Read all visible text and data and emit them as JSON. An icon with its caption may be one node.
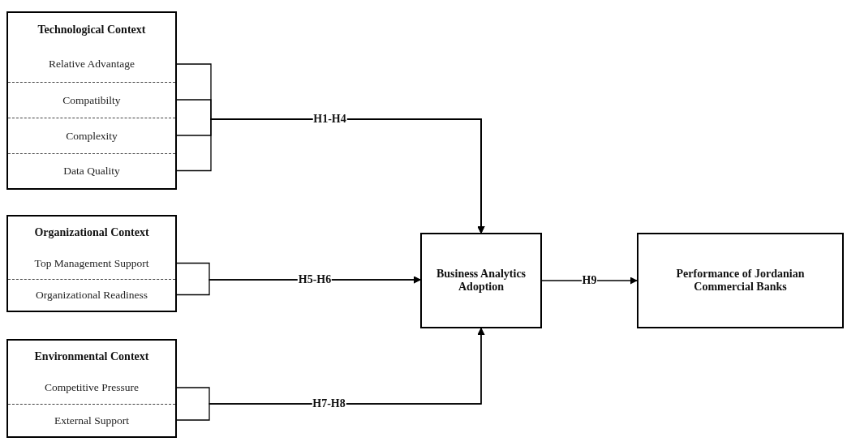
{
  "diagram": {
    "nodes": [
      {
        "text": [
          "Technological Context"
        ]
      },
      {
        "text": [
          "Relative Advantage"
        ],
        "in": 0
      },
      {
        "text": [
          "Compatibilty"
        ],
        "in": 0
      },
      {
        "text": [
          "Complexity"
        ],
        "in": 0
      },
      {
        "text": [
          "Data Quality"
        ],
        "in": 0
      },
      {
        "text": [
          "Organizational Context"
        ]
      },
      {
        "text": [
          "Top Management Support"
        ],
        "in": 5
      },
      {
        "text": [
          "Organizational Readiness"
        ],
        "in": 5
      },
      {
        "text": [
          "Environmental Context"
        ]
      },
      {
        "text": [
          "Competitive Pressure"
        ],
        "in": 8
      },
      {
        "text": [
          "External Support"
        ],
        "in": 8
      },
      {
        "text": [
          "Business Analytics Adoption"
        ]
      },
      {
        "text": [
          "Performance of Jordanian Commercial Banks"
        ]
      }
    ],
    "edges": [
      {
        "from": 1,
        "to": 11,
        "arrow": "to"
      },
      {
        "from": 2,
        "to": 11,
        "arrow": "to",
        "label": "H1-H4"
      },
      {
        "from": 3,
        "to": 11,
        "arrow": "to"
      },
      {
        "from": 4,
        "to": 11,
        "arrow": "to"
      },
      {
        "from": 6,
        "to": 11,
        "arrow": "to"
      },
      {
        "from": 7,
        "to": 11,
        "arrow": "to",
        "label": "H5-H6"
      },
      {
        "from": 9,
        "to": 11,
        "arrow": "to"
      },
      {
        "from": 10,
        "to": 11,
        "arrow": "to",
        "label": "H7-H8"
      },
      {
        "from": 11,
        "to": 12,
        "arrow": "to",
        "label": "H9"
      }
    ]
  }
}
